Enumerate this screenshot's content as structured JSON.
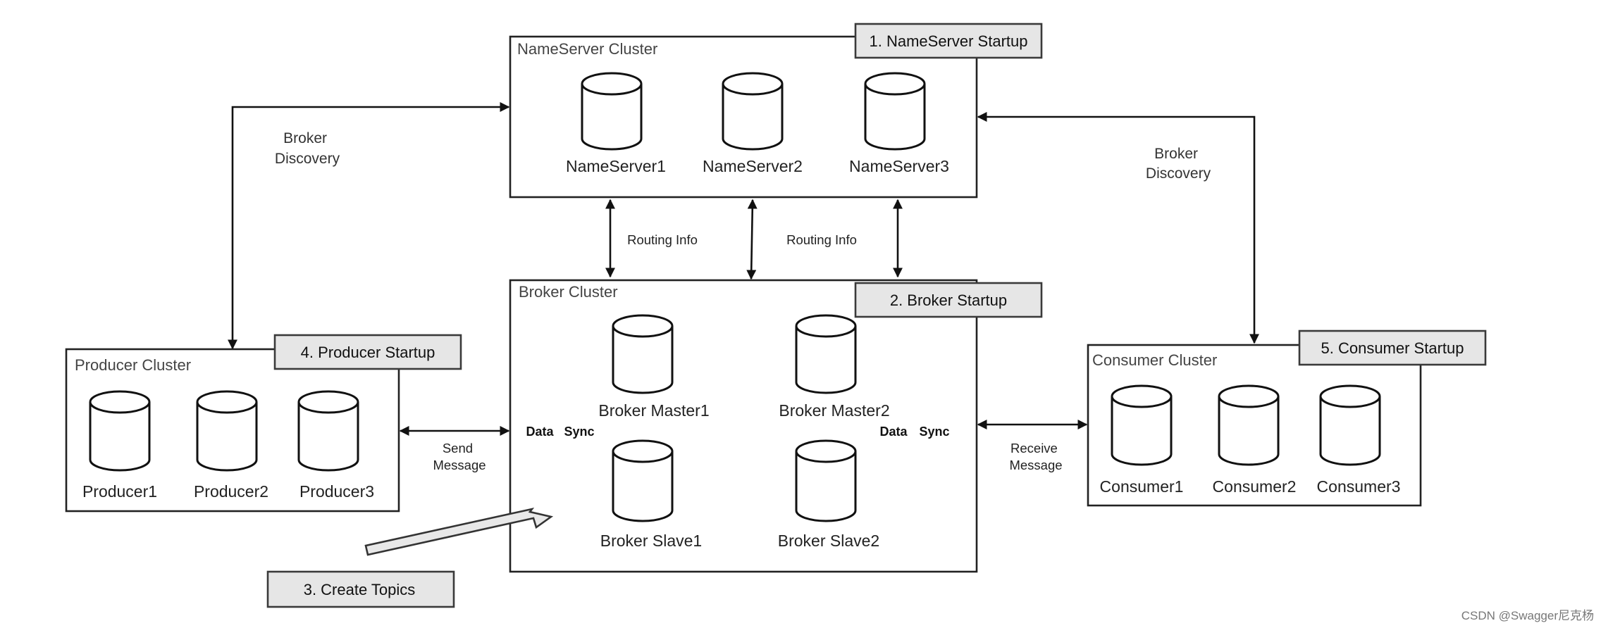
{
  "nameserver_cluster": {
    "title": "NameServer Cluster",
    "badge": "1. NameServer Startup",
    "nodes": [
      "NameServer1",
      "NameServer2",
      "NameServer3"
    ]
  },
  "broker_cluster": {
    "title": "Broker Cluster",
    "badge": "2. Broker Startup",
    "nodes": [
      "Broker Master1",
      "Broker Master2",
      "Broker Slave1",
      "Broker Slave2"
    ]
  },
  "producer_cluster": {
    "title": "Producer Cluster",
    "badge": "4. Producer Startup",
    "nodes": [
      "Producer1",
      "Producer2",
      "Producer3"
    ]
  },
  "consumer_cluster": {
    "title": "Consumer Cluster",
    "badge": "5. Consumer Startup",
    "nodes": [
      "Consumer1",
      "Consumer2",
      "Consumer3"
    ]
  },
  "create_topics": "3. Create Topics",
  "edges": {
    "routing_info_left": "Routing Info",
    "routing_info_right": "Routing Info",
    "broker_discovery_left": [
      "Broker",
      "Discovery"
    ],
    "broker_discovery_right": [
      "Broker",
      "Discovery"
    ],
    "send_message": [
      "Send",
      "Message"
    ],
    "receive_message": [
      "Receive",
      "Message"
    ],
    "data_sync_left": [
      "Data",
      "Sync"
    ],
    "data_sync_right": [
      "Data",
      "Sync"
    ]
  },
  "watermark": "CSDN @Swagger尼克杨"
}
